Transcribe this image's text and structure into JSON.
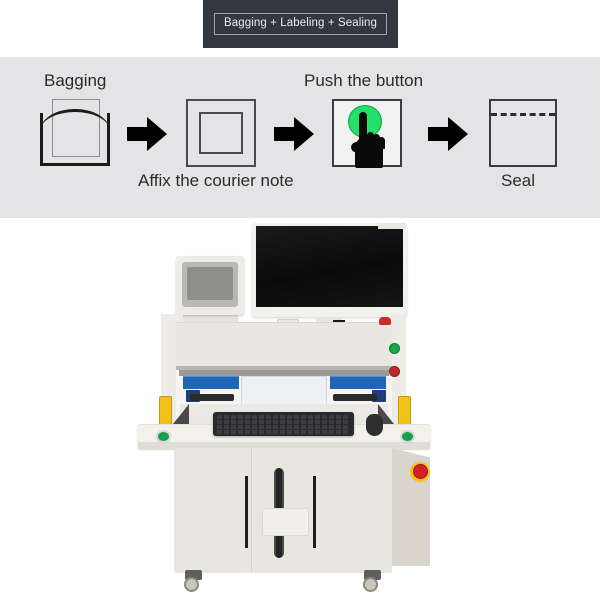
{
  "header": {
    "title": "Bagging + Labeling + Sealing",
    "background_color": "#333840",
    "text_color": "#e8eaec"
  },
  "diagram": {
    "background_color": "#e4e3e6",
    "steps": [
      {
        "id": "bagging",
        "label": "Bagging",
        "label_position": "above",
        "icon": "open-bag-icon"
      },
      {
        "id": "affix-label",
        "label": "Affix the courier note",
        "label_position": "below",
        "icon": "parcel-label-icon"
      },
      {
        "id": "push-button",
        "label": "Push the button",
        "label_position": "above",
        "icon": "push-button-hand-icon"
      },
      {
        "id": "seal",
        "label": "Seal",
        "label_position": "below",
        "icon": "sealed-bag-icon"
      }
    ],
    "arrows": [
      {
        "id": "arrow-1",
        "icon": "arrow-right-icon"
      },
      {
        "id": "arrow-2",
        "icon": "arrow-right-icon"
      },
      {
        "id": "arrow-3",
        "icon": "arrow-right-icon"
      }
    ],
    "accent_colors": {
      "button_green": "#22e06a",
      "outline_dark": "#1b1b1b",
      "outline_gray": "#8b8b90"
    }
  },
  "machine": {
    "caption": "",
    "colors": {
      "body_cream": "#e9e6df",
      "screen_black": "#0a0a0a",
      "indicator_green": "#17a64a",
      "indicator_red": "#c0292b",
      "emergency_stop_red": "#d81f26",
      "safety_sensor_yellow": "#f2c317",
      "seal_bar_blue": "#1f66b5"
    },
    "parts": [
      {
        "id": "monitor",
        "name": "display-monitor"
      },
      {
        "id": "hmi-panel",
        "name": "hmi-touch-panel"
      },
      {
        "id": "sealing-station",
        "name": "sealing-station"
      },
      {
        "id": "keyboard",
        "name": "keyboard"
      },
      {
        "id": "mouse",
        "name": "mouse"
      },
      {
        "id": "emergency-stop",
        "name": "emergency-stop-button"
      },
      {
        "id": "cabinet",
        "name": "machine-cabinet"
      },
      {
        "id": "casters",
        "name": "caster-wheels"
      }
    ]
  }
}
